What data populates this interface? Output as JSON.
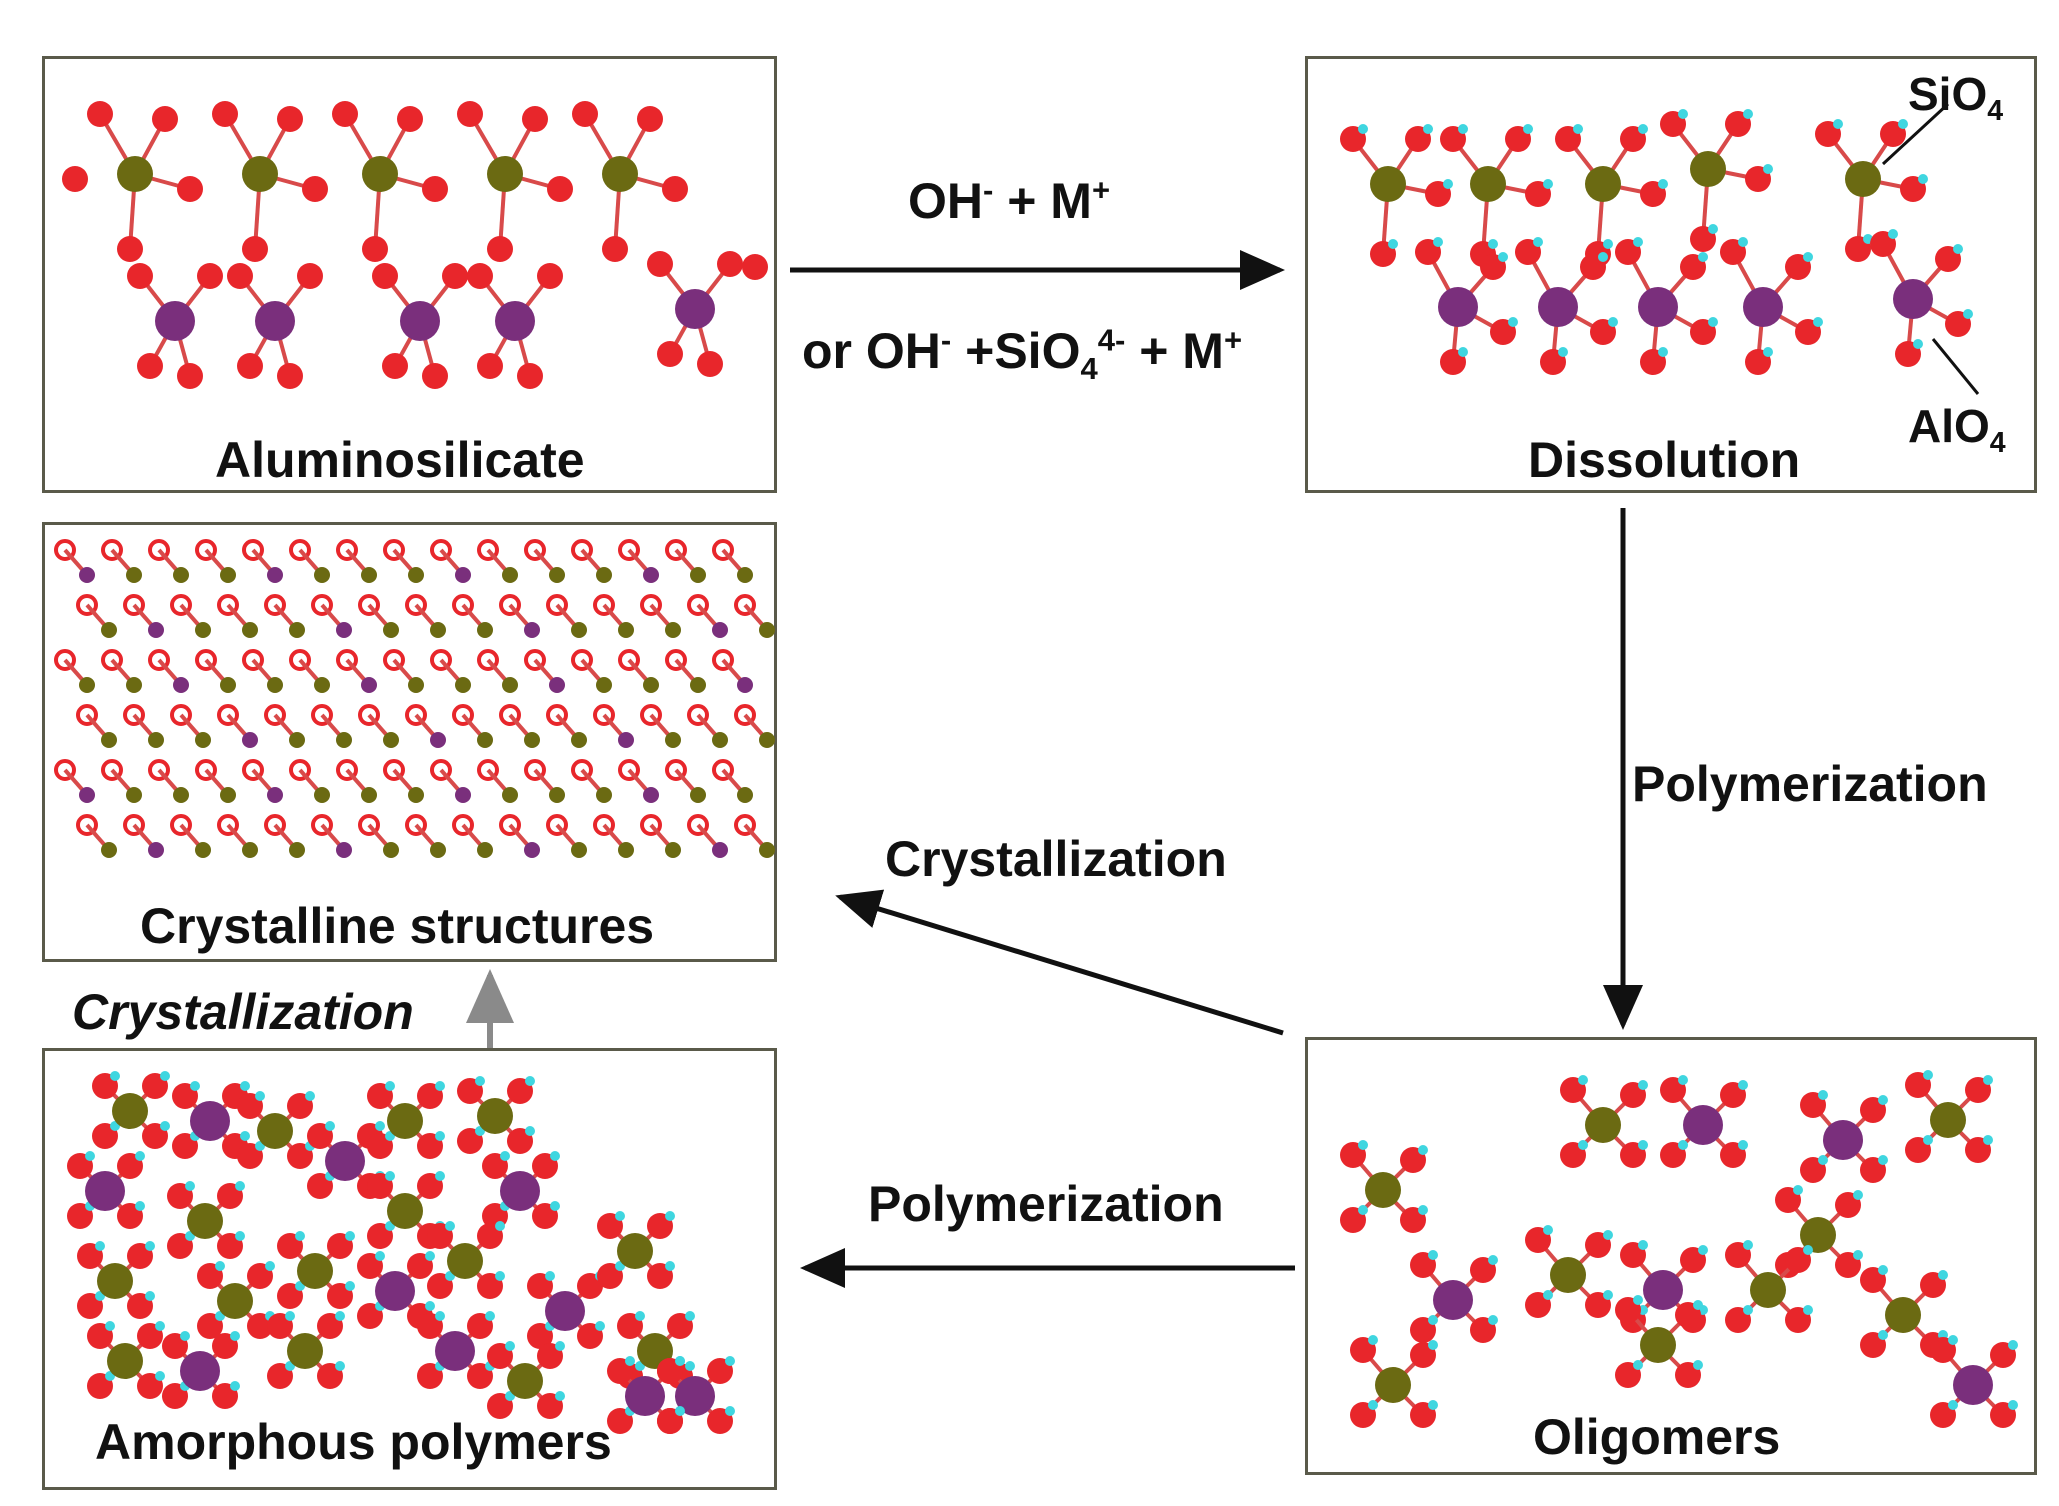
{
  "panels": {
    "aluminosilicate": "Aluminosilicate",
    "dissolution": "Dissolution",
    "crystalline": "Crystalline structures",
    "amorphous": "Amorphous polymers",
    "oligomers": "Oligomers"
  },
  "species": {
    "sio4": "SiO",
    "sio4_sub": "4",
    "alo4": "AlO",
    "alo4_sub": "4"
  },
  "arrows": {
    "top_line1_a": "OH",
    "top_line1_a_sup": "-",
    "top_line1_b": " + M",
    "top_line1_b_sup": "+",
    "top_line2_a": "or OH",
    "top_line2_a_sup": "-",
    "top_line2_b": " +SiO",
    "top_line2_b_sub": "4",
    "top_line2_b_sup": "4-",
    "top_line2_c": " + M",
    "top_line2_c_sup": "+",
    "right_vertical": "Polymerization",
    "diagonal": "Crystallization",
    "bottom_horizontal": "Polymerization",
    "left_vertical": "Crystallization"
  },
  "colors": {
    "oxygen": "#e8262b",
    "silicon": "#6b6a12",
    "aluminum": "#7a2f7c",
    "hydrogen": "#3fd6e0",
    "bond": "#d84a4a",
    "border": "#5a5a4a",
    "gray_arrow": "#8a8a8a"
  }
}
